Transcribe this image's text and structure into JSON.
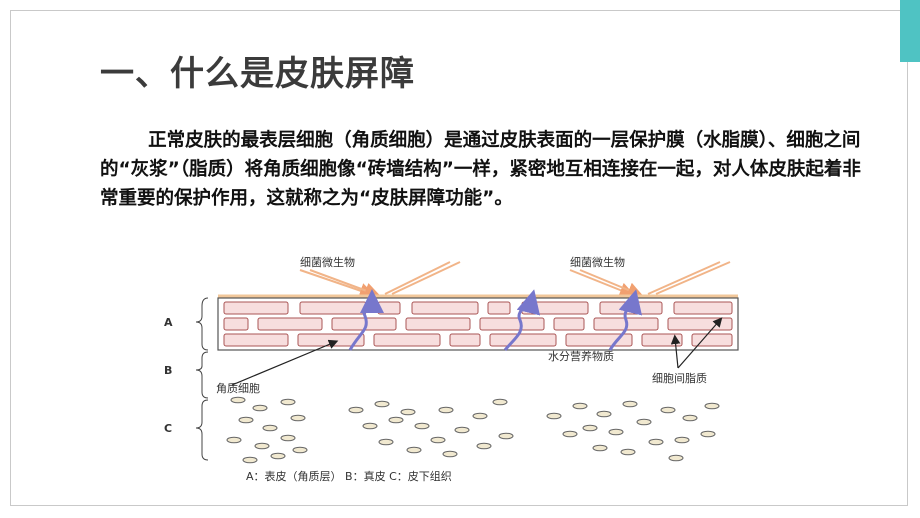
{
  "slide": {
    "title": "一、什么是皮肤屏障",
    "paragraph": "正常皮肤的最表层细胞（角质细胞）是通过皮肤表面的一层保护膜（水脂膜）、细胞之间的“灰浆”（脂质）将角质细胞像“砖墙结构”一样，紧密地互相连接在一起，对人体皮肤起着非常重要的保护作用，这就称之为“皮肤屏障功能”。",
    "accent_color": "#4fc3c3"
  },
  "diagram": {
    "microbes_left": "细菌微生物",
    "microbes_right": "细菌微生物",
    "layer_a": "A",
    "layer_b": "B",
    "layer_c": "C",
    "moisture": "水分营养物质",
    "corneocyte": "角质细胞",
    "intercellular_lipid": "细胞间脂质",
    "caption": "A：表皮（角质层）   B：真皮   C：皮下组织",
    "cell_fill": "#f7dede",
    "cell_stroke": "#b06060",
    "arrow_color": "#7777cc",
    "membrane_color": "#f1c79a"
  }
}
